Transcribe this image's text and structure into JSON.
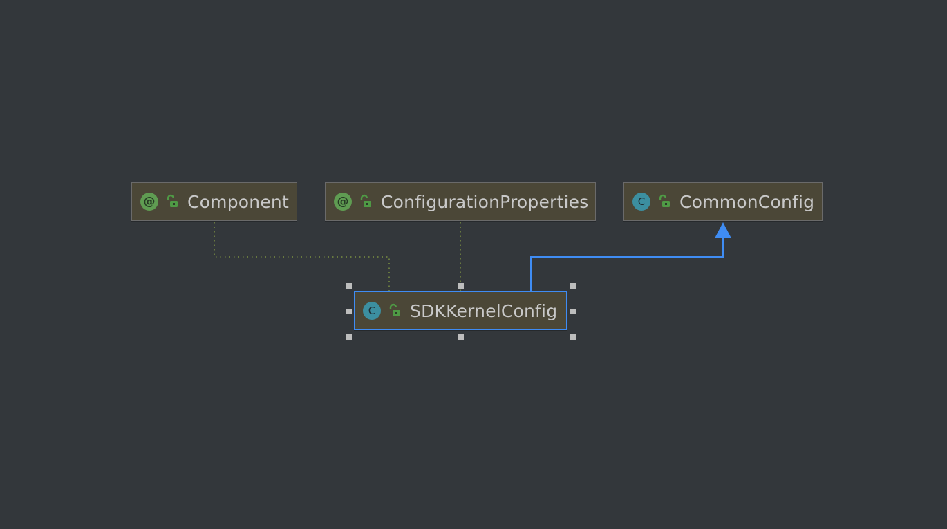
{
  "colors": {
    "background": "#33373b",
    "node_fill": "#4b4737",
    "node_border": "#6a6a6a",
    "selection": "#3f8cf3",
    "annotation_badge": "#5f9c52",
    "class_badge": "#3c8fa0",
    "dependency_line": "#7b8f43",
    "inheritance_line": "#3f8cf3"
  },
  "nodes": {
    "component": {
      "badge": "@",
      "icon": "annotation-icon",
      "label": "Component"
    },
    "configuration_properties": {
      "badge": "@",
      "icon": "annotation-icon",
      "label": "ConfigurationProperties"
    },
    "common_config": {
      "badge": "C",
      "icon": "class-icon",
      "label": "CommonConfig"
    },
    "sdk_kernel_config": {
      "badge": "C",
      "icon": "class-icon",
      "label": "SDKKernelConfig",
      "selected": true
    }
  },
  "edges": [
    {
      "from": "sdk_kernel_config",
      "to": "component",
      "style": "dotted"
    },
    {
      "from": "sdk_kernel_config",
      "to": "configuration_properties",
      "style": "dotted"
    },
    {
      "from": "sdk_kernel_config",
      "to": "common_config",
      "style": "inheritance-arrow"
    }
  ]
}
